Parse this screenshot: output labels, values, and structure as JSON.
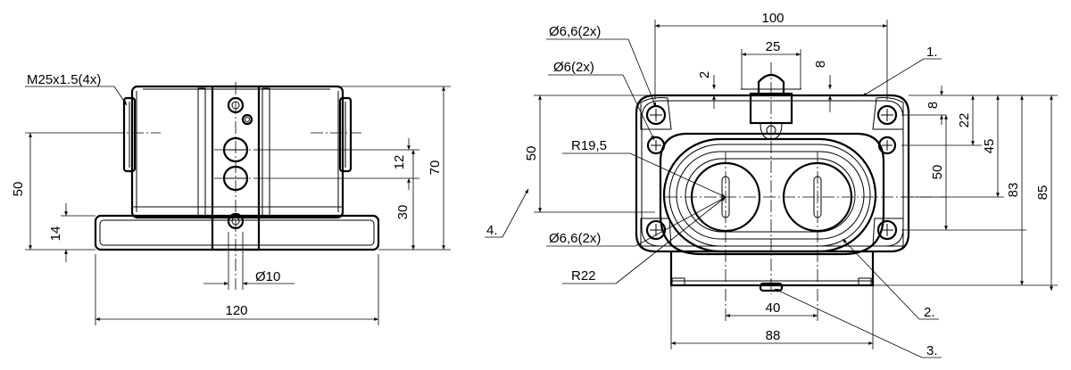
{
  "left_view": {
    "thread_label": "M25x1.5(4x)",
    "dim_120": "120",
    "dim_70": "70",
    "dim_50": "50",
    "dim_30": "30",
    "dim_14": "14",
    "dim_12": "12",
    "dim_d10": "Ø10"
  },
  "right_view": {
    "dim_100": "100",
    "dim_25": "25",
    "dim_2": "2",
    "dim_8_top": "8",
    "dim_8_right": "8",
    "dim_22": "22",
    "dim_45": "45",
    "dim_50_right": "50",
    "dim_83": "83",
    "dim_85": "85",
    "dim_50_left": "50",
    "dim_40": "40",
    "dim_88": "88",
    "hole_66_top": "Ø6,6(2x)",
    "hole_6": "Ø6(2x)",
    "hole_66_bottom": "Ø6,6(2x)",
    "radius_195": "R19,5",
    "radius_22": "R22",
    "callout_1": "1.",
    "callout_2": "2.",
    "callout_3": "3.",
    "callout_4": "4."
  }
}
